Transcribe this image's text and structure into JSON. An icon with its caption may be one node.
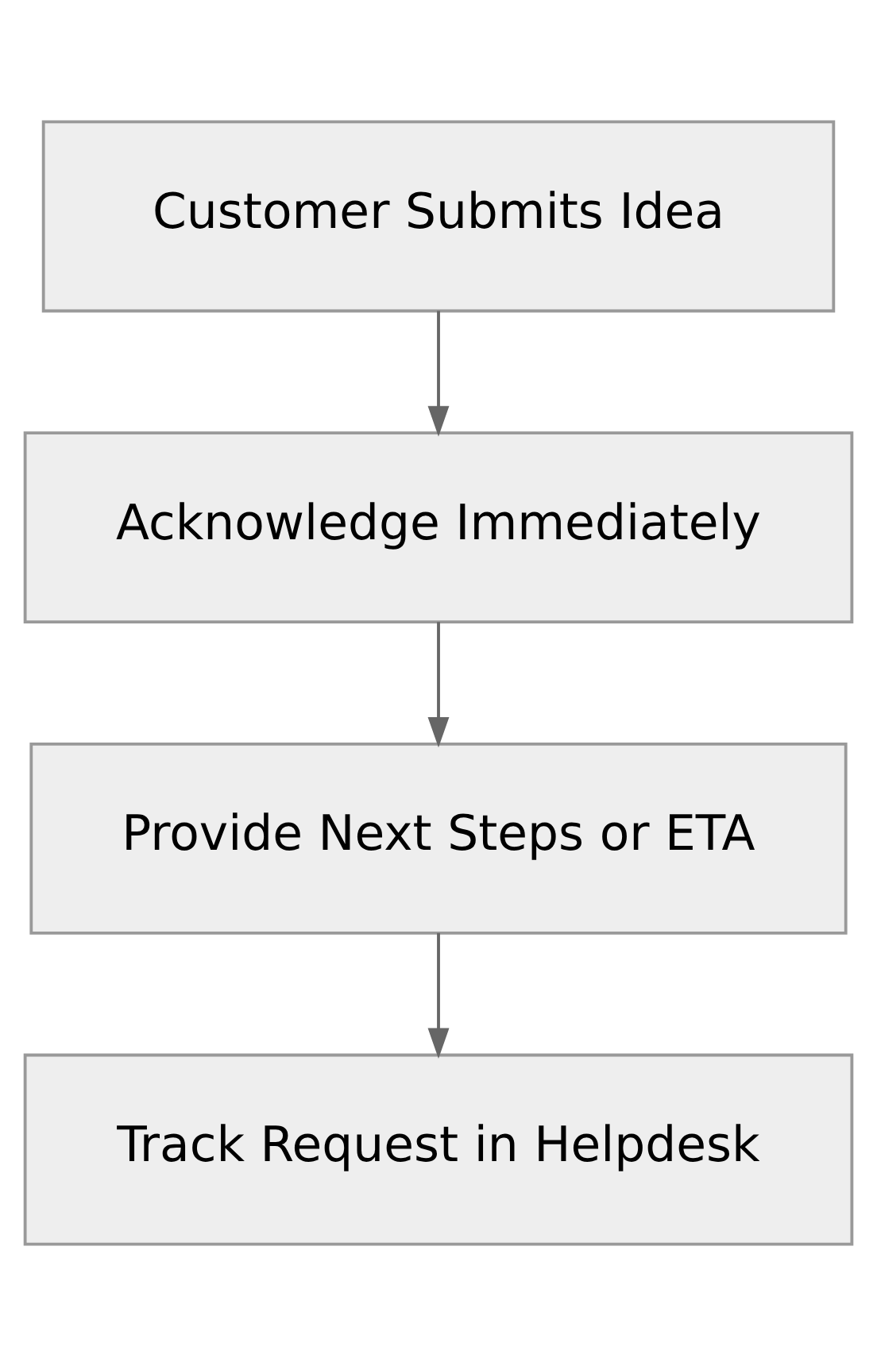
{
  "diagram": {
    "nodes": [
      {
        "text": [
          "Customer Submits Idea"
        ]
      },
      {
        "text": [
          "Acknowledge Immediately"
        ]
      },
      {
        "text": [
          "Provide Next Steps or ETA"
        ]
      },
      {
        "text": [
          "Track Request in Helpdesk"
        ]
      }
    ],
    "edges": [
      {
        "from": 0,
        "to": 1,
        "arrow": "to"
      },
      {
        "from": 1,
        "to": 2,
        "arrow": "to"
      },
      {
        "from": 2,
        "to": 3,
        "arrow": "to"
      }
    ]
  }
}
